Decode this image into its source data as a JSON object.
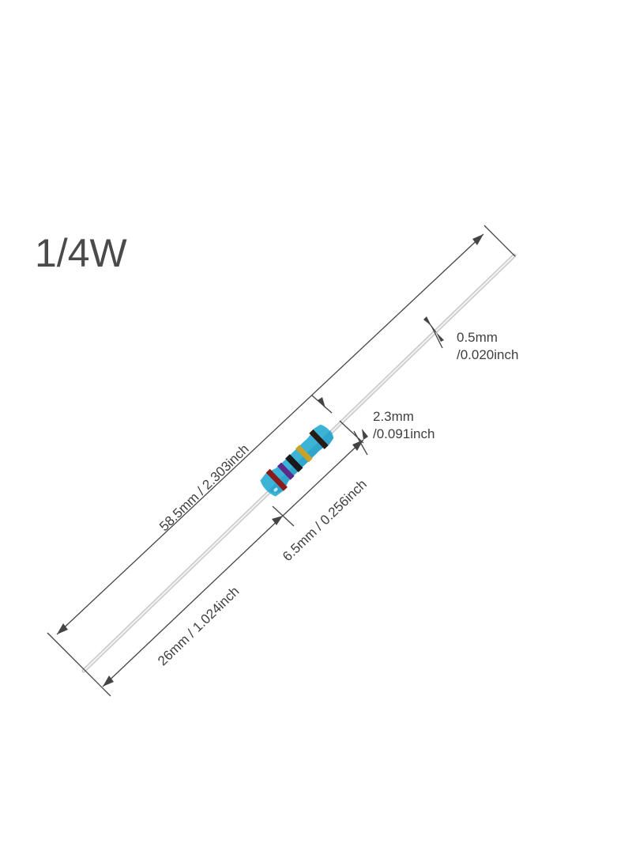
{
  "title": "1/4W",
  "dimensions": {
    "lead_diameter": {
      "line1": "0.5mm",
      "line2": "/0.020inch"
    },
    "body_diameter": {
      "line1": "2.3mm",
      "line2": "/0.091inch"
    },
    "total_length": "58.5mm / 2.303inch",
    "body_length": "6.5mm / 0.256inch",
    "lead_length": "26mm / 1.024inch"
  },
  "colors": {
    "body": "#3cb4d8",
    "body_shadow": "#1f86aa",
    "bands": [
      "#8b1a1a",
      "#5b2a8a",
      "#1a1a1a",
      "#c9a227",
      "#2a1a14"
    ],
    "lead": "#d4d4d4",
    "dim_line": "#444444",
    "text": "#3f3f3f"
  }
}
